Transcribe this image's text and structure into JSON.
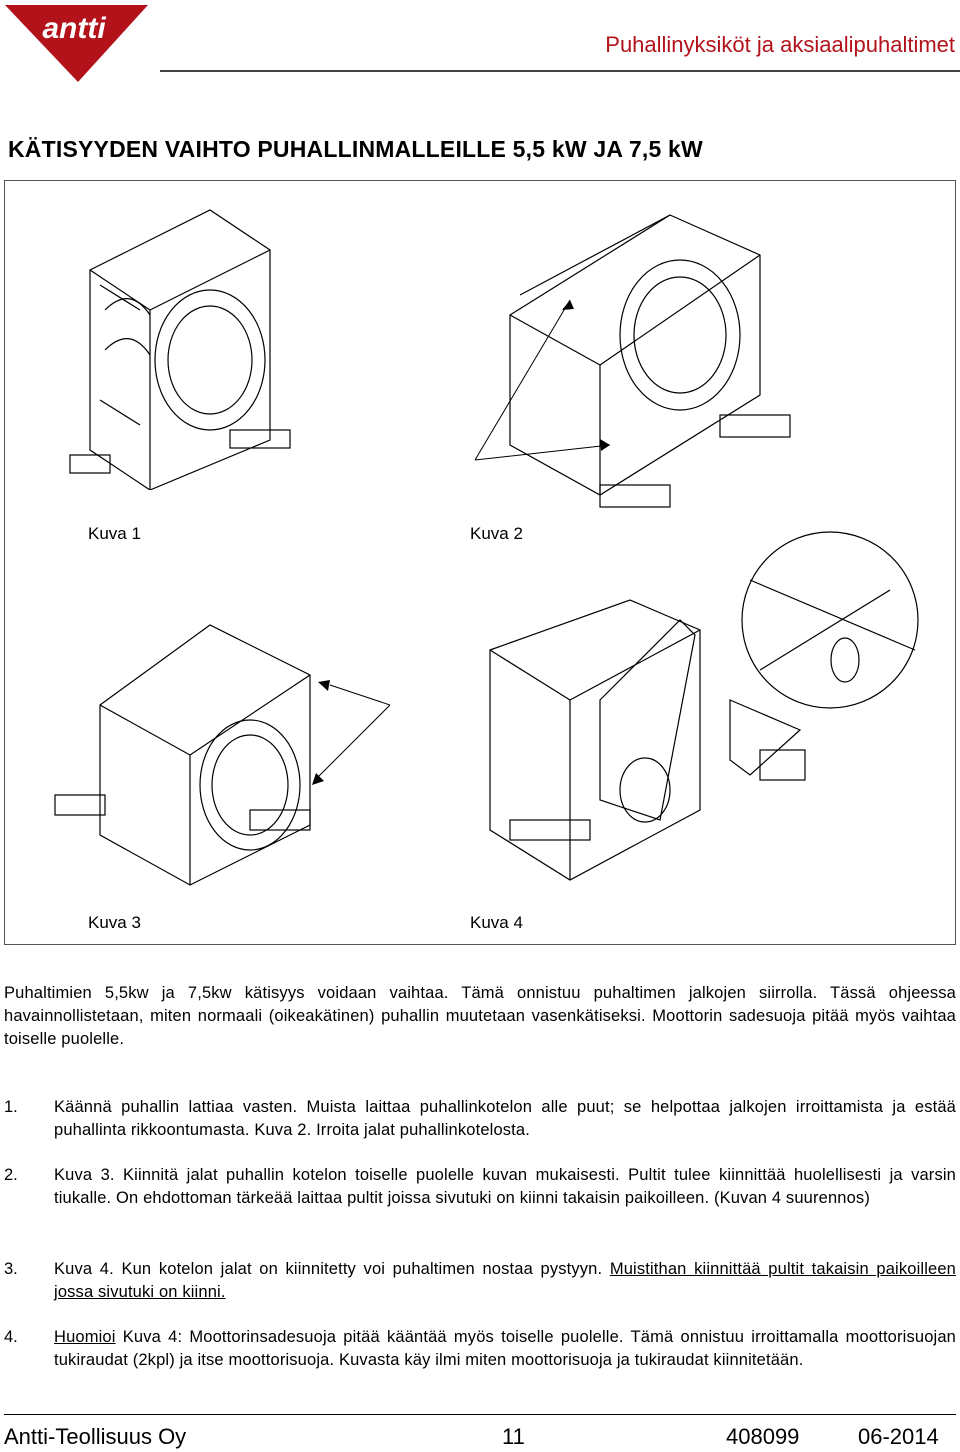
{
  "header": {
    "logo_text": "antti",
    "title": "Puhallinyksiköt ja aksiaalipuhaltimet"
  },
  "page_title": "KÄTISYYDEN VAIHTO PUHALLINMALLEILLE 5,5 kW JA 7,5 kW",
  "figures": {
    "kuva1": "Kuva 1",
    "kuva2": "Kuva 2",
    "kuva3": "Kuva 3",
    "kuva4": "Kuva 4"
  },
  "intro": "Puhaltimien 5,5kw ja 7,5kw kätisyys voidaan vaihtaa. Tämä onnistuu puhaltimen jalkojen siirrolla. Tässä ohjeessa havainnollistetaan, miten normaali (oikeakätinen) puhallin muutetaan vasenkätiseksi. Moottorin sadesuoja pitää myös vaihtaa toiselle puolelle.",
  "steps": [
    {
      "num": "1.",
      "text": "Käännä puhallin lattiaa vasten. Muista laittaa puhallinkotelon alle puut; se helpottaa jalkojen irroittamista ja estää puhallinta rikkoontumasta. Kuva 2. Irroita jalat puhallinkotelosta."
    },
    {
      "num": "2.",
      "text": "Kuva 3. Kiinnitä jalat puhallin kotelon toiselle puolelle kuvan mukaisesti. Pultit tulee kiinnittää huolellisesti ja varsin tiukalle. On ehdottoman tärkeää laittaa pultit joissa sivutuki on kiinni takaisin paikoilleen. (Kuvan 4 suurennos)"
    },
    {
      "num": "3.",
      "text_plain": "Kuva 4. Kun kotelon jalat on kiinnitetty voi puhaltimen nostaa pystyyn. ",
      "text_underlined": "Muistithan kiinnittää pultit takaisin paikoilleen jossa sivutuki on kiinni."
    },
    {
      "num": "4.",
      "text_underlined": "Huomioi",
      "text_plain": " Kuva 4: Moottorinsadesuoja pitää kääntää myös toiselle puolelle. Tämä onnistuu irroittamalla moottorisuojan tukiraudat (2kpl) ja itse moottorisuoja. Kuvasta käy ilmi miten moottorisuoja ja tukiraudat kiinnitetään."
    }
  ],
  "footer": {
    "company": "Antti-Teollisuus Oy",
    "page": "11",
    "doc_number": "408099",
    "date": "06-2014"
  },
  "colors": {
    "brand": "#b3121b"
  }
}
